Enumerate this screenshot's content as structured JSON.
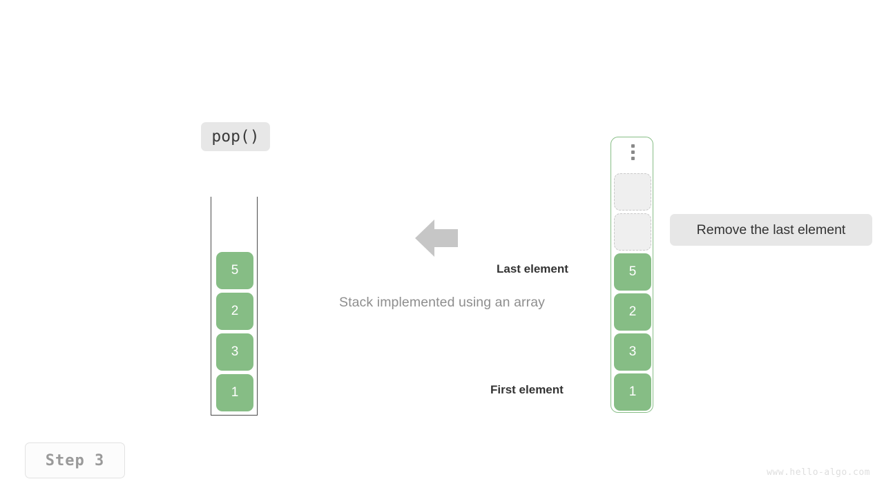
{
  "operation": {
    "label": "pop()"
  },
  "caption": {
    "text": "Stack implemented using an array"
  },
  "annotations": {
    "last_element": "Last element",
    "first_element": "First element"
  },
  "tooltip": {
    "text": "Remove the last element"
  },
  "step": {
    "label": "Step 3"
  },
  "watermark": {
    "text": "www.hello-algo.com"
  },
  "array_view": {
    "cells": [
      {
        "value": "5"
      },
      {
        "value": "2"
      },
      {
        "value": "3"
      },
      {
        "value": "1"
      }
    ]
  },
  "stack_view": {
    "overflow_icon": "vertical-ellipsis-icon",
    "empty_slots": 2,
    "cells": [
      {
        "value": "5"
      },
      {
        "value": "2"
      },
      {
        "value": "3"
      },
      {
        "value": "1"
      }
    ]
  },
  "arrow": {
    "direction": "left"
  },
  "colors": {
    "element_fill": "#86bd85",
    "element_text": "#ffffff",
    "container_border": "#86bd85",
    "array_border": "#4a4a4a",
    "chip_bg": "#e7e7e7",
    "empty_slot_bg": "#efefef",
    "empty_slot_border": "#c9c9c9",
    "arrow_fill": "#c6c6c6",
    "caption_text": "#8e8e8e",
    "annotation_text": "#333333",
    "step_text": "#9a9a9a",
    "watermark_text": "#dedede"
  }
}
